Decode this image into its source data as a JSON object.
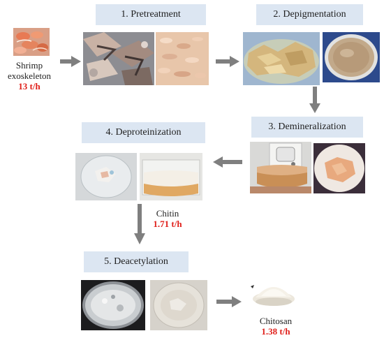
{
  "steps": {
    "pretreatment": "1. Pretreatment",
    "depigmentation": "2. Depigmentation",
    "demineralization": "3. Demineralization",
    "deproteinization": "4. Deproteinization",
    "deacetylation": "5. Deacetylation"
  },
  "inputs": {
    "source_line1": "Shrimp",
    "source_line2": "exoskeleton",
    "source_rate": "13 t/h"
  },
  "outputs": {
    "chitin_label": "Chitin",
    "chitin_rate": "1.71 t/h",
    "chitosan_label": "Chitosan",
    "chitosan_rate": "1.38 t/h"
  },
  "colors": {
    "label_bg": "#dce6f2",
    "arrow": "#7f7f7f",
    "rate_text": "#e0201b"
  }
}
